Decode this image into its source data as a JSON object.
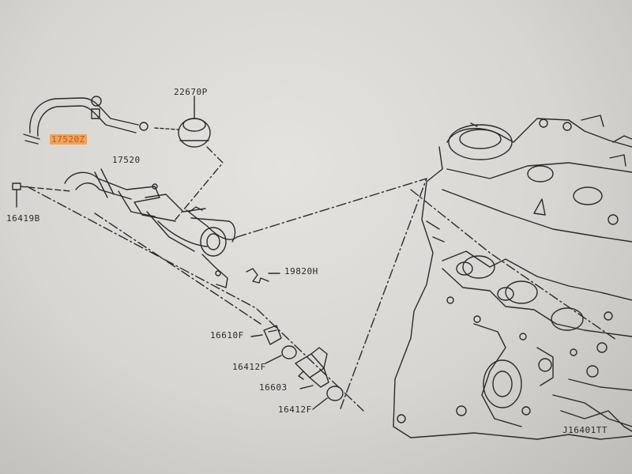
{
  "diagram": {
    "code": "J16401TT",
    "highlight_color": "#f0a35a",
    "parts": {
      "p17520Z": "17520Z",
      "p22670P": "22670P",
      "p17520": "17520",
      "p16419B": "16419B",
      "p19820H": "19820H",
      "p16610F": "16610F",
      "p16412F_a": "16412F",
      "p16603": "16603",
      "p16412F_b": "16412F"
    }
  }
}
